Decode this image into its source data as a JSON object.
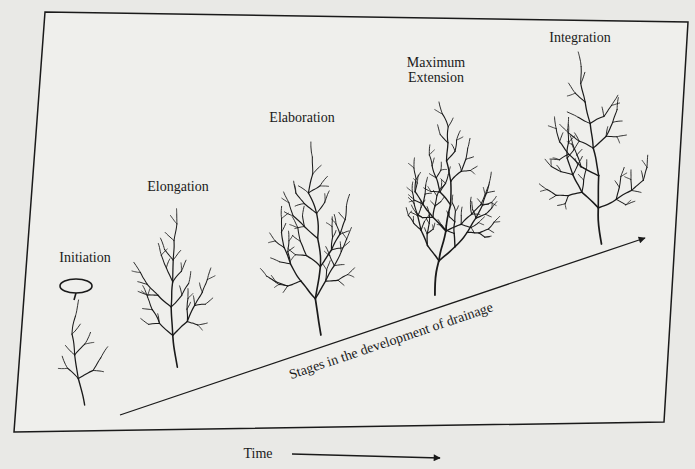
{
  "diagram": {
    "labels": [
      "Initiation",
      "Elongation",
      "Elaboration",
      "Maximum Extension",
      "Integration",
      "Stages in the development of drainage",
      "Time"
    ]
  }
}
